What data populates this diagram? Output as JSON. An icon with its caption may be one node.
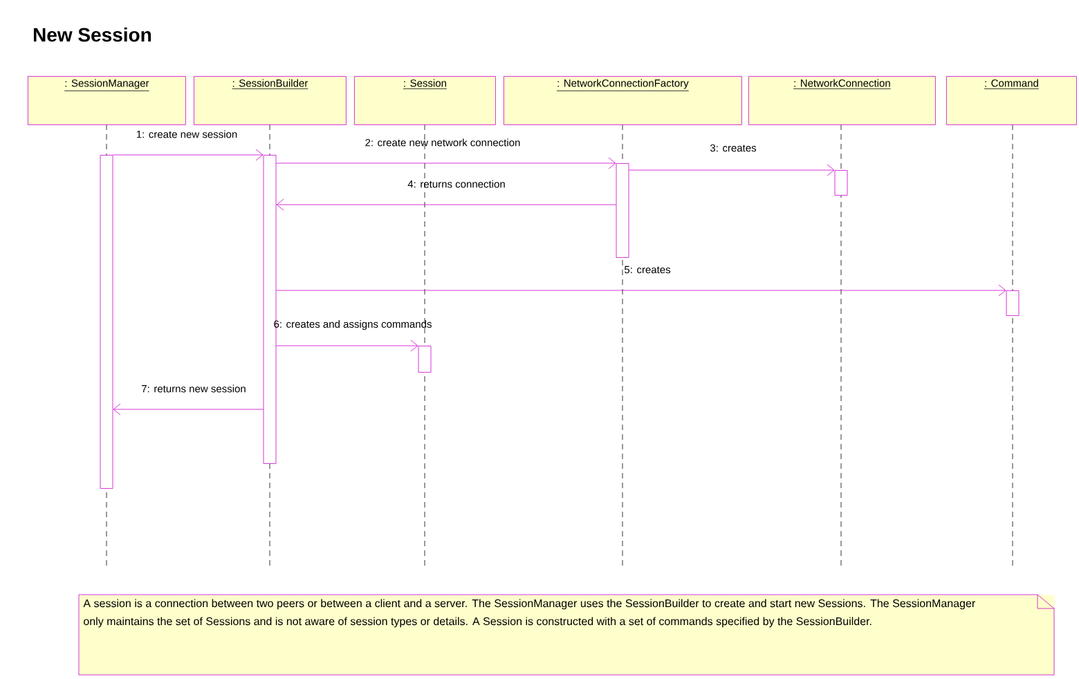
{
  "diagram": {
    "title": "New Session",
    "nodes": [
      {
        "text": [
          ": SessionManager"
        ]
      },
      {
        "text": [
          ": SessionBuilder"
        ]
      },
      {
        "text": [
          ": Session"
        ]
      },
      {
        "text": [
          ": NetworkConnectionFactory"
        ]
      },
      {
        "text": [
          ": NetworkConnection"
        ]
      },
      {
        "text": [
          ": Command"
        ]
      },
      {
        "text": [],
        "shape": "bar"
      },
      {
        "text": [],
        "shape": "bar"
      },
      {
        "text": [],
        "shape": "bar"
      },
      {
        "text": [],
        "shape": "bar"
      },
      {
        "text": [],
        "shape": "bar"
      },
      {
        "text": [],
        "shape": "bar"
      },
      {
        "text": [
          "A session is a connection between two peers or between a client and a server. The SessionManager uses the SessionBuilder to create and start new Sessions. The SessionManager only maintains the set of Sessions and is not aware of session types or details.  A Session is constructed with a set of commands specified by the SessionBuilder."
        ]
      }
    ],
    "edges": [
      {
        "from": 6,
        "to": 7,
        "arrow": "to",
        "label": "1: create new session"
      },
      {
        "from": 7,
        "to": 9,
        "arrow": "to",
        "label": "2: create new network connection"
      },
      {
        "from": 9,
        "to": 10,
        "arrow": "to",
        "label": "3: creates"
      },
      {
        "from": 9,
        "to": 7,
        "arrow": "to",
        "label": "4: returns connection"
      },
      {
        "from": 7,
        "to": 11,
        "arrow": "to",
        "label": "5: creates"
      },
      {
        "from": 7,
        "to": 8,
        "arrow": "to",
        "label": "6: creates and assigns commands"
      },
      {
        "from": 7,
        "to": 6,
        "arrow": "to",
        "label": "7: returns new session"
      }
    ]
  }
}
